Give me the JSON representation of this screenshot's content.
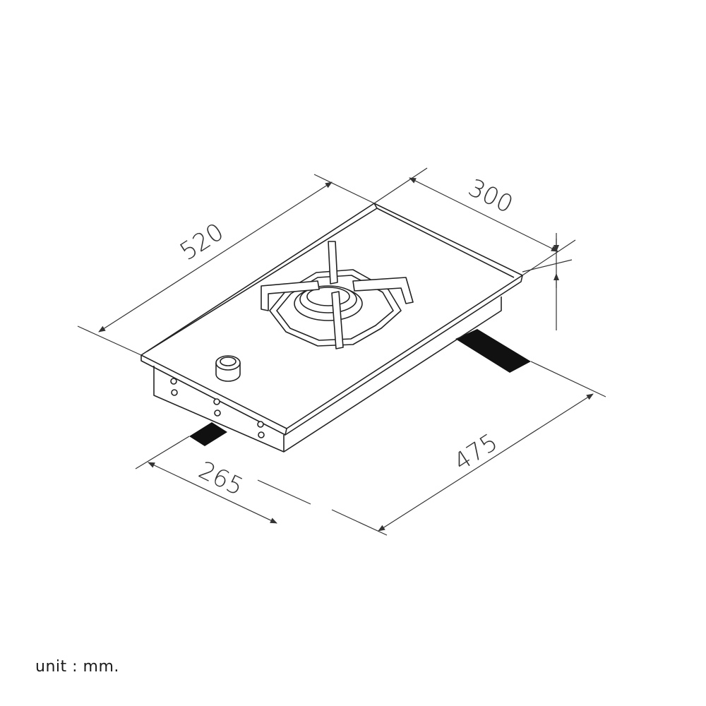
{
  "dimensions": {
    "length": "520",
    "width": "300",
    "cutout_width": "265",
    "cutout_length": "475"
  },
  "unit_note": {
    "label": "unit",
    "separator": " : ",
    "unit": "mm."
  },
  "colors": {
    "line": "#222222",
    "dimension_line": "#333333",
    "cutout": "#111111",
    "background": "#ffffff"
  }
}
